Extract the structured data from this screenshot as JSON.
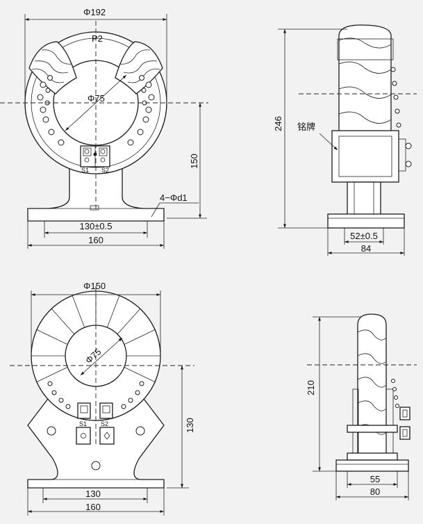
{
  "view1": {
    "dia_outer": "Φ192",
    "marker_p2": "P2",
    "dia_inner": "Φ75",
    "height_center": "150",
    "holes": "4−Φd1",
    "hole_spacing": "130±0.5",
    "base_width": "160",
    "terminal_s1": "S1",
    "terminal_s2": "S2"
  },
  "view2": {
    "height": "246",
    "nameplate": "铭牌",
    "slot_spacing": "52±0.5",
    "base_width": "84"
  },
  "view3": {
    "dia_outer": "Φ150",
    "dia_inner": "Φ75",
    "height_center": "130",
    "hole_spacing": "130",
    "base_width": "160",
    "terminal_s1": "S1",
    "terminal_s2": "S2"
  },
  "view4": {
    "height": "210",
    "slot_spacing": "55",
    "base_width": "80"
  }
}
